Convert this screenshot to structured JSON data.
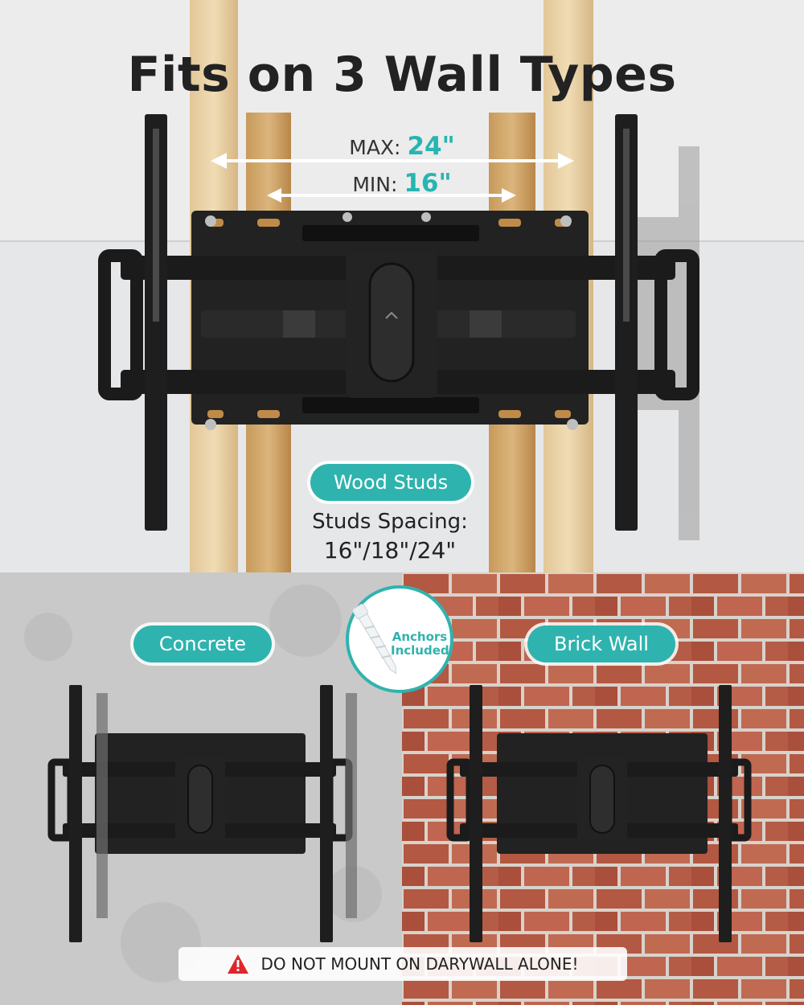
{
  "headline": "Fits on 3 Wall Types",
  "measurements": {
    "max_label": "MAX:",
    "max_value": "24\"",
    "min_label": "MIN:",
    "min_value": "16\""
  },
  "wall_types": {
    "wood": {
      "label": "Wood Studs",
      "spacing_label": "Studs Spacing:",
      "spacing_value": "16\"/18\"/24\""
    },
    "concrete": {
      "label": "Concrete"
    },
    "brick": {
      "label": "Brick Wall"
    }
  },
  "anchors_badge": {
    "line1": "Anchors",
    "line2": "Included"
  },
  "warning": {
    "text": "DO NOT MOUNT ON DARYWALL ALONE!"
  },
  "colors": {
    "accent": "#2fb3ae",
    "warning": "#e0262b",
    "mount": "#1c1c1c",
    "brick": "#b55a45"
  },
  "icons": [
    "warning-icon",
    "wall-anchor-icon"
  ]
}
